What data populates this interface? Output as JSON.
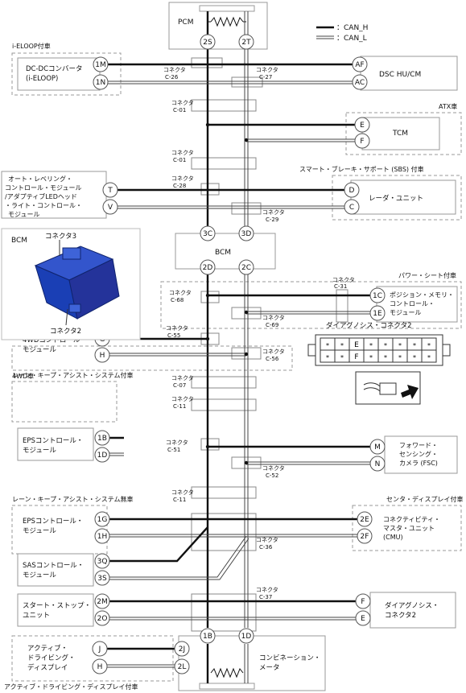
{
  "legend": {
    "can_h": "：CAN_H",
    "can_l": "：CAN_L"
  },
  "modules": {
    "pcm": "PCM",
    "dsc": "DSC HU/CM",
    "dcdc": [
      "DC-DCコンバータ",
      "(i-ELOOP)"
    ],
    "tcm": "TCM",
    "alc": [
      "オート・レベリング・",
      "コントロール・モジュール",
      "/アダプティブLEDヘッド",
      "・ライト・コントロール・",
      "モジュール"
    ],
    "radar": "レーダ・ユニット",
    "bcm": "BCM",
    "position": [
      "ポジション・メモリ・",
      "コントロール・",
      "モジュール"
    ],
    "fourwd": [
      "4WDコントロール・",
      "モジュール"
    ],
    "eps1": [
      "EPSコントロール・",
      "モジュール"
    ],
    "fsc": [
      "フォワード・",
      "センシング・",
      "カメラ (FSC)"
    ],
    "eps2": [
      "EPSコントロール・",
      "モジュール"
    ],
    "cmu": [
      "コネクティビティ・",
      "マスタ・ユニット",
      "(CMU)"
    ],
    "sas": [
      "SASコントロール・",
      "モジュール"
    ],
    "startstop": [
      "スタート・ストップ・",
      "ユニット"
    ],
    "dlc2": [
      "ダイアグノシス・",
      "コネクタ2"
    ],
    "ads": [
      "アクティブ・",
      "ドライビング・",
      "ディスプレイ"
    ],
    "combimeter": [
      "コンビネーション・",
      "メータ"
    ]
  },
  "groups": {
    "ieloop": "i-ELOOP付車",
    "atx": "ATX車",
    "sbs": "スマート・ブレーキ・サポート (SBS) 付車",
    "powerseat": "パワー・シート付車",
    "fourwd": "4WD車",
    "lkas_with": "レーン・キープ・アシスト・システム付車",
    "lkas_without": "レーン・キープ・アシスト・システム無車",
    "center_display": "センタ・ディスプレイ付車",
    "ads": "アクティブ・ドライビング・ディスプレイ付車"
  },
  "pins": {
    "pcm_h": "2S",
    "pcm_l": "2T",
    "dcdc_h": "1M",
    "dcdc_l": "1N",
    "dsc_h": "AF",
    "dsc_l": "AC",
    "tcm_h": "E",
    "tcm_l": "F",
    "alc_h": "T",
    "alc_l": "V",
    "radar_h": "D",
    "radar_l": "C",
    "bcm_top_h": "3C",
    "bcm_top_l": "3D",
    "bcm_bot_h": "2D",
    "bcm_bot_l": "2C",
    "pos_h": "1C",
    "pos_l": "1E",
    "fourwd_h": "G",
    "fourwd_l": "H",
    "eps1_h": "1B",
    "eps1_l": "1D",
    "fsc_h": "M",
    "fsc_l": "N",
    "eps2_h": "1G",
    "eps2_l": "1H",
    "cmu_h": "2E",
    "cmu_l": "2F",
    "sas_h": "3Q",
    "sas_l": "3S",
    "ss_h": "2M",
    "ss_l": "2O",
    "dlc_h": "F",
    "dlc_l": "E",
    "ads_h": "J",
    "ads_l": "H",
    "meter_ads_h": "2J",
    "meter_ads_l": "2L",
    "meter_h": "1B",
    "meter_l": "1D"
  },
  "connectors": {
    "c26": [
      "コネクタ",
      "C-26"
    ],
    "c27": [
      "コネクタ",
      "C-27"
    ],
    "c01a": [
      "コネクタ",
      "C-01"
    ],
    "c01b": [
      "コネクタ",
      "C-01"
    ],
    "c28": [
      "コネクタ",
      "C-28"
    ],
    "c29": [
      "コネクタ",
      "C-29"
    ],
    "c31": [
      "コネクタ",
      "C-31"
    ],
    "c68": [
      "コネクタ",
      "C-68"
    ],
    "c69": [
      "コネクタ",
      "C-69"
    ],
    "c55": [
      "コネクタ",
      "C-55"
    ],
    "c56": [
      "コネクタ",
      "C-56"
    ],
    "c07": [
      "コネクタ",
      "C-07"
    ],
    "c11a": [
      "コネクタ",
      "C-11"
    ],
    "c51": [
      "コネクタ",
      "C-51"
    ],
    "c52": [
      "コネクタ",
      "C-52"
    ],
    "c11b": [
      "コネクタ",
      "C-11"
    ],
    "c36": [
      "コネクタ",
      "C-36"
    ],
    "c37": [
      "コネクタ",
      "C-37"
    ]
  },
  "bcm_inset": {
    "title": "BCM",
    "conn3": "コネクタ3",
    "conn2": "コネクタ2"
  },
  "dlc_inset": {
    "title": "ダイアグノシス・コネクタ2",
    "row1": [
      "*",
      "*",
      "E",
      "*",
      "*",
      "*",
      "*",
      "*"
    ],
    "row2": [
      "*",
      "*",
      "F",
      "*",
      "*",
      "*",
      "*",
      "*"
    ]
  },
  "colors": {
    "bcm_3d": "#1a3fb5",
    "can_h": "#111111",
    "can_l": "#444444"
  }
}
